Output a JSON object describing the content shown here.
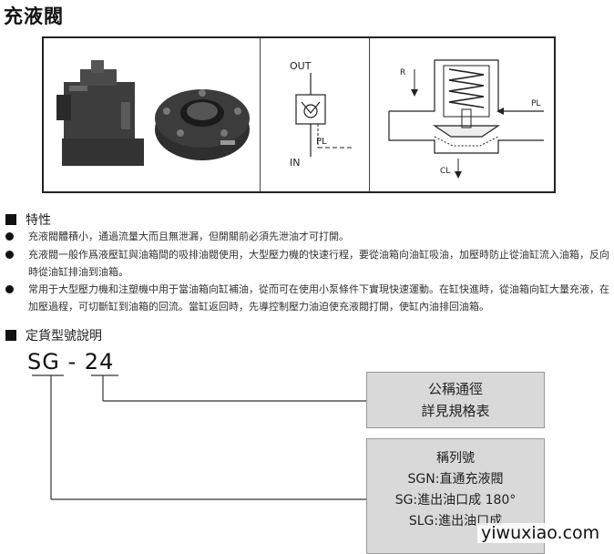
{
  "title": "充液閥",
  "figure": {
    "symbol_out": "OUT",
    "symbol_in": "IN",
    "symbol_pl": "PL",
    "section_r": "R",
    "section_pl": "PL",
    "section_cl": "CL"
  },
  "features": {
    "heading": "特性",
    "items": [
      "充液閥體積小，通過流量大而且無泄漏，但開關前必須先泄油才可打開。",
      "充液閥一般作爲液壓缸與油箱間的吸排油閥使用，大型壓力機的快速行程，要從油箱向油缸吸油，加壓時防止從油缸流入油箱，反向時從油缸排油到油箱。",
      "常用于大型壓力機和注塑機中用于當油箱向缸補油，從而可在使用小泵條件下實現快速運動。在缸快進時，從油箱向缸大量充液，在加壓過程，可切斷缸到油箱的回流。當缸返回時，先導控制壓力油迫使充液閥打開，使缸內油排回油箱。"
    ]
  },
  "model_section": {
    "heading": "定貨型號說明",
    "model_prefix": "SG",
    "model_dash": "-",
    "model_size": "24",
    "size_box": {
      "line1": "公稱通徑",
      "line2": "詳見規格表"
    },
    "series_box": {
      "line1": "稱列號",
      "line2": "SGN:直通充液閥",
      "line3": "SG:進出油口成 180°",
      "line4": "SLG:進出油口成"
    }
  },
  "watermark": "yiwuxiao.com"
}
